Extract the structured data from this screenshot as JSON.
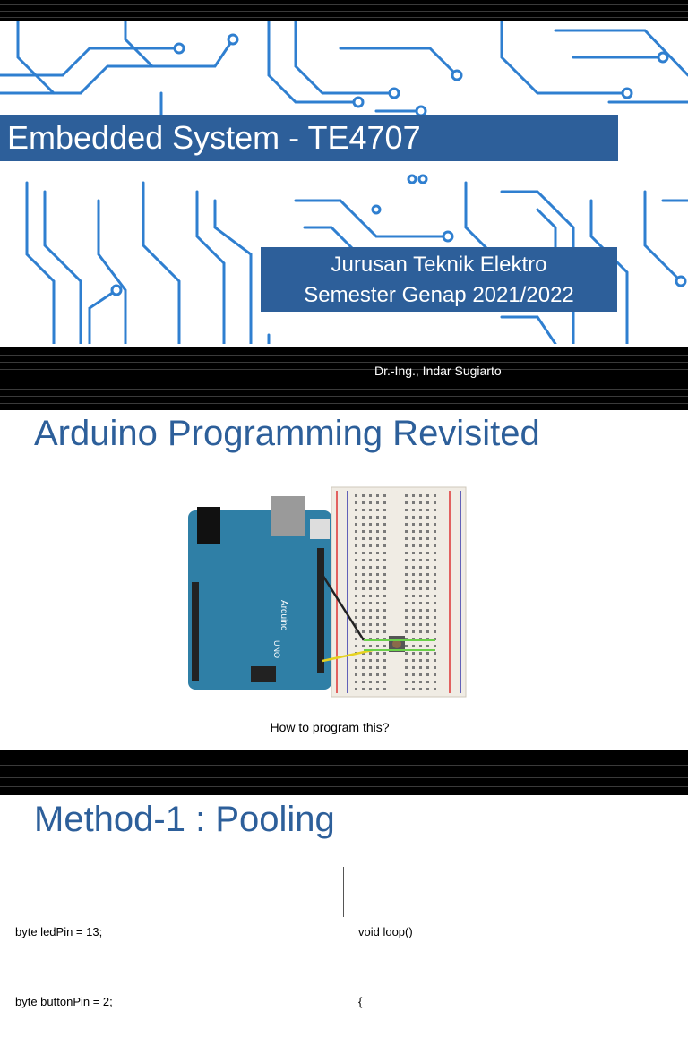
{
  "slide1": {
    "title": "Embedded System - TE4707",
    "subtitle_line1": "Jurusan Teknik Elektro",
    "subtitle_line2": "Semester Genap 2021/2022",
    "author": "Dr.-Ing., Indar Sugiarto"
  },
  "slide2": {
    "title": "Arduino Programming Revisited",
    "board_label": "Arduino",
    "board_model": "UNO",
    "caption": "How to program this?"
  },
  "slide3": {
    "title": "Method-1 : Pooling",
    "code_left": [
      "byte ledPin = 13;",
      "byte buttonPin = 2;"
    ],
    "code_right": [
      "void loop()",
      "{"
    ]
  },
  "colors": {
    "accent": "#2d5f9a",
    "circuit": "#2f7fd0",
    "board": "#2f7fa6",
    "band": "#000000"
  }
}
